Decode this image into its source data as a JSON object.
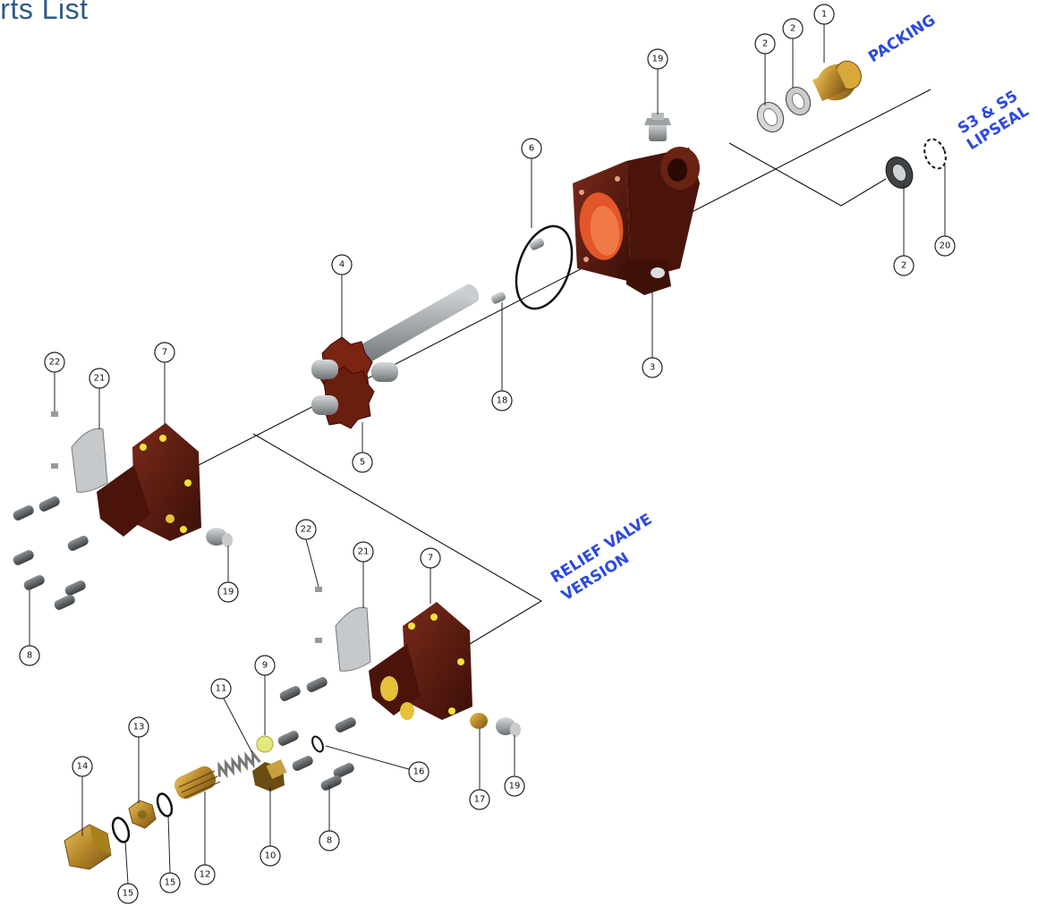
{
  "header": {
    "title": "arts List"
  },
  "labels": {
    "packing": "PACKING",
    "lipseal_line1": "S3 & S5",
    "lipseal_line2": "LIPSEAL",
    "relief_line1": "RELIEF VALVE",
    "relief_line2": "VERSION"
  },
  "callouts": [
    {
      "id": "1",
      "n": "1"
    },
    {
      "id": "2a",
      "n": "2"
    },
    {
      "id": "2b",
      "n": "2"
    },
    {
      "id": "2c",
      "n": "2"
    },
    {
      "id": "19a",
      "n": "19"
    },
    {
      "id": "6",
      "n": "6"
    },
    {
      "id": "20",
      "n": "20"
    },
    {
      "id": "4",
      "n": "4"
    },
    {
      "id": "3",
      "n": "3"
    },
    {
      "id": "18",
      "n": "18"
    },
    {
      "id": "22a",
      "n": "22"
    },
    {
      "id": "21a",
      "n": "21"
    },
    {
      "id": "7a",
      "n": "7"
    },
    {
      "id": "5",
      "n": "5"
    },
    {
      "id": "19b",
      "n": "19"
    },
    {
      "id": "8a",
      "n": "8"
    },
    {
      "id": "22b",
      "n": "22"
    },
    {
      "id": "21b",
      "n": "21"
    },
    {
      "id": "7b",
      "n": "7"
    },
    {
      "id": "9",
      "n": "9"
    },
    {
      "id": "11",
      "n": "11"
    },
    {
      "id": "13",
      "n": "13"
    },
    {
      "id": "14",
      "n": "14"
    },
    {
      "id": "16",
      "n": "16"
    },
    {
      "id": "19c",
      "n": "19"
    },
    {
      "id": "17",
      "n": "17"
    },
    {
      "id": "10",
      "n": "10"
    },
    {
      "id": "8b",
      "n": "8"
    },
    {
      "id": "12",
      "n": "12"
    },
    {
      "id": "15a",
      "n": "15"
    },
    {
      "id": "15b",
      "n": "15"
    }
  ],
  "colors": {
    "housing": "#5a1a10",
    "housing_inner": "#e2562a",
    "brass": "#c0902e",
    "steel": "#9aa0a4",
    "label_blue": "#2b49e0"
  }
}
